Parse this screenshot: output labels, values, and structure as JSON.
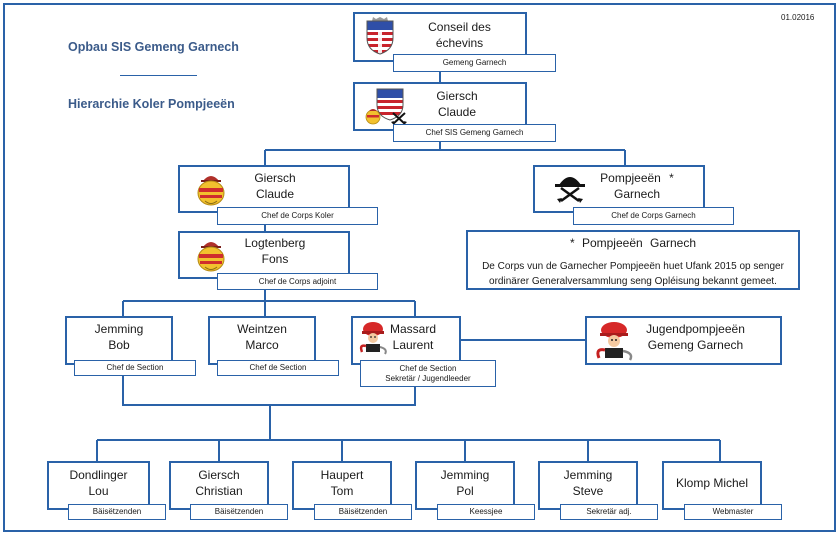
{
  "date": "01.02016",
  "header": {
    "title": "Opbau SIS Gemeng Garnech",
    "subtitle": "Hierarchie Koler Pompjeeën"
  },
  "nodes": {
    "council": {
      "line1": "Conseil des",
      "line2": "échevins",
      "role": "Gemeng Garnech",
      "icon": "coat-of-arms-icon"
    },
    "chief_sis": {
      "line1": "Giersch",
      "line2": "Claude",
      "role": "Chef SIS Gemeng Garnech",
      "icon": "fire-brigade-crest-icon"
    },
    "chief_koler": {
      "line1": "Giersch",
      "line2": "Claude",
      "role": "Chef de Corps Koler",
      "icon": "koler-fire-emblem-icon"
    },
    "chief_garnech": {
      "line1": "Pompjeeën *",
      "line2": "Garnech",
      "role": "Chef de Corps Garnech",
      "icon": "helmet-axes-icon"
    },
    "deputy_koler": {
      "line1": "Logtenberg",
      "line2": "Fons",
      "role": "Chef de Corps adjoint",
      "icon": "koler-fire-emblem-icon"
    },
    "section_bob": {
      "line1": "Jemming",
      "line2": "Bob",
      "role": "Chef de Section"
    },
    "section_marco": {
      "line1": "Weintzen",
      "line2": "Marco",
      "role": "Chef de Section"
    },
    "section_laurent": {
      "line1": "Massard",
      "line2": "Laurent",
      "role": "Chef de Section",
      "role2": "Sekretär / Jugendleeder",
      "icon": "firefighter-mascot-icon"
    },
    "youth": {
      "line1": "Jugendpompjeeën",
      "line2": "Gemeng Garnech",
      "icon": "firefighter-mascot-icon"
    }
  },
  "members": [
    {
      "line1": "Dondlinger",
      "line2": "Lou",
      "role": "Bäisëtzenden"
    },
    {
      "line1": "Giersch",
      "line2": "Christian",
      "role": "Bäisëtzenden"
    },
    {
      "line1": "Haupert",
      "line2": "Tom",
      "role": "Bäisëtzenden"
    },
    {
      "line1": "Jemming",
      "line2": "Pol",
      "role": "Keessjee"
    },
    {
      "line1": "Jemming",
      "line2": "Steve",
      "role": "Sekretär adj."
    },
    {
      "line1": "Klomp Michel",
      "role": "Webmaster"
    }
  ],
  "note": {
    "title": "* Pompjeeën Garnech",
    "lines": [
      "De Corps vun de Garnecher Pompjeeën huet Ufank 2015 op senger",
      "ordinärer Generalversammlung seng Opléisung bekannt gemeet."
    ]
  },
  "colors": {
    "accent": "#2a62a8",
    "title": "#3b5b8a",
    "text": "#1a1a1a"
  }
}
